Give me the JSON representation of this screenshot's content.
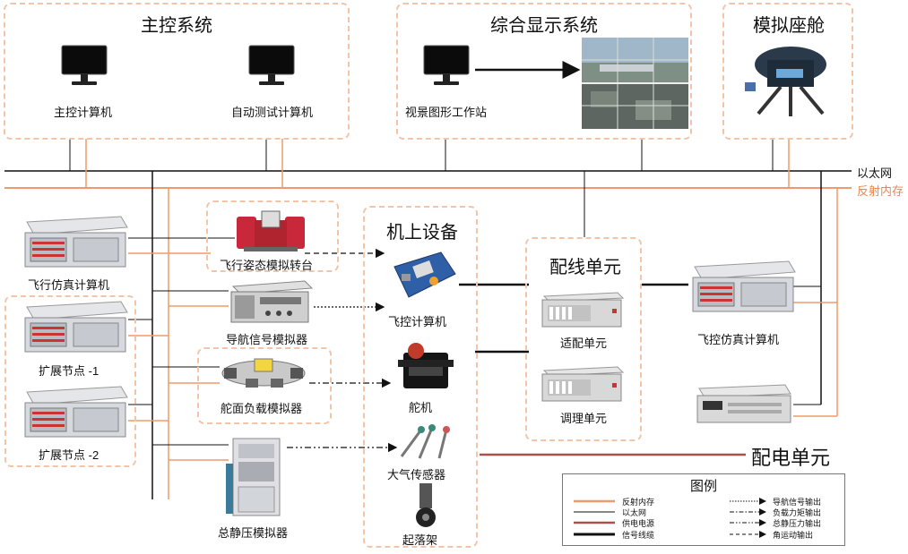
{
  "groups": {
    "master": "主控系统",
    "display": "综合显示系统",
    "cockpit": "模拟座舱",
    "airborne": "机上设备",
    "wiring": "配线单元"
  },
  "devices": {
    "master_pc": "主控计算机",
    "autotest_pc": "自动测试计算机",
    "visual_ws": "视景图形工作站",
    "flight_sim_pc": "飞行仿真计算机",
    "ext_node1": "扩展节点 -1",
    "ext_node2": "扩展节点 -2",
    "attitude_table": "飞行姿态模拟转台",
    "nav_sim": "导航信号模拟器",
    "rudder_load_sim": "舵面负载模拟器",
    "pitot_sim": "总静压模拟器",
    "fc_computer": "飞控计算机",
    "servo": "舵机",
    "air_sensor": "大气传感器",
    "landing_gear": "起落架",
    "adapter_unit": "适配单元",
    "conditioning_unit": "调理单元",
    "fc_sim_pc": "飞控仿真计算机",
    "power_unit": "配电单元"
  },
  "buses": {
    "ethernet": "以太网",
    "reflective_memory": "反射内存"
  },
  "legend": {
    "title": "图例",
    "items": [
      "反射内存",
      "以太网",
      "供电电源",
      "信号线缆",
      "导航信号输出",
      "负载力矩输出",
      "总静压力输出",
      "角运动输出"
    ]
  },
  "colors": {
    "reflective_memory": "#ef9a6a",
    "ethernet": "#111111",
    "power": "#a8524a",
    "signal_cable": "#111111",
    "group_border": "#f2c4a8"
  }
}
